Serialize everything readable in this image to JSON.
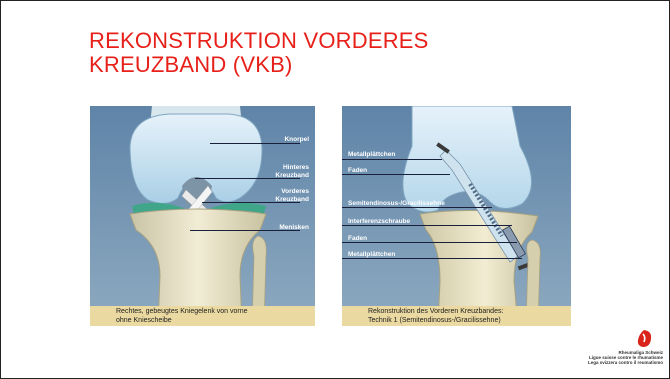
{
  "title": {
    "line1": "REKONSTRUKTION VORDERES",
    "line2": "KREUZBAND (VKB)"
  },
  "colors": {
    "title": "#e8201a",
    "panel_bg": "#7c9bb6",
    "caption_bg": "#ead9a0",
    "label_text": "#ffffff",
    "logo_red": "#d9241c"
  },
  "panel_left": {
    "labels": {
      "knorpel": "Knorpel",
      "hinteres_1": "Hinteres",
      "hinteres_2": "Kreuzband",
      "vorderes_1": "Vorderes",
      "vorderes_2": "Kreuzband",
      "menisken": "Menisken"
    },
    "caption_1": "Rechtes, gebeugtes Kniegelenk von vorne",
    "caption_2": "ohne Kniescheibe"
  },
  "panel_right": {
    "labels": {
      "metall_1": "Metallplättchen",
      "faden_1": "Faden",
      "semitendinosus": "Semitendinosus-/Gracilissehne",
      "interferenz": "Interferenzschraube",
      "faden_2": "Faden",
      "metall_2": "Metallplättchen"
    },
    "caption_1": "Rekonstruktion des Vorderen Kreuzbandes:",
    "caption_2": "Technik 1 (Semitendinosus-/Gracilissehne)"
  },
  "logo": {
    "icon": "rheumaliga-logo-icon",
    "line1": "Rheumaliga Schweiz",
    "line2": "Ligue suisse contre le rhumatisme",
    "line3": "Lega svizzera contro il reumatismo"
  }
}
